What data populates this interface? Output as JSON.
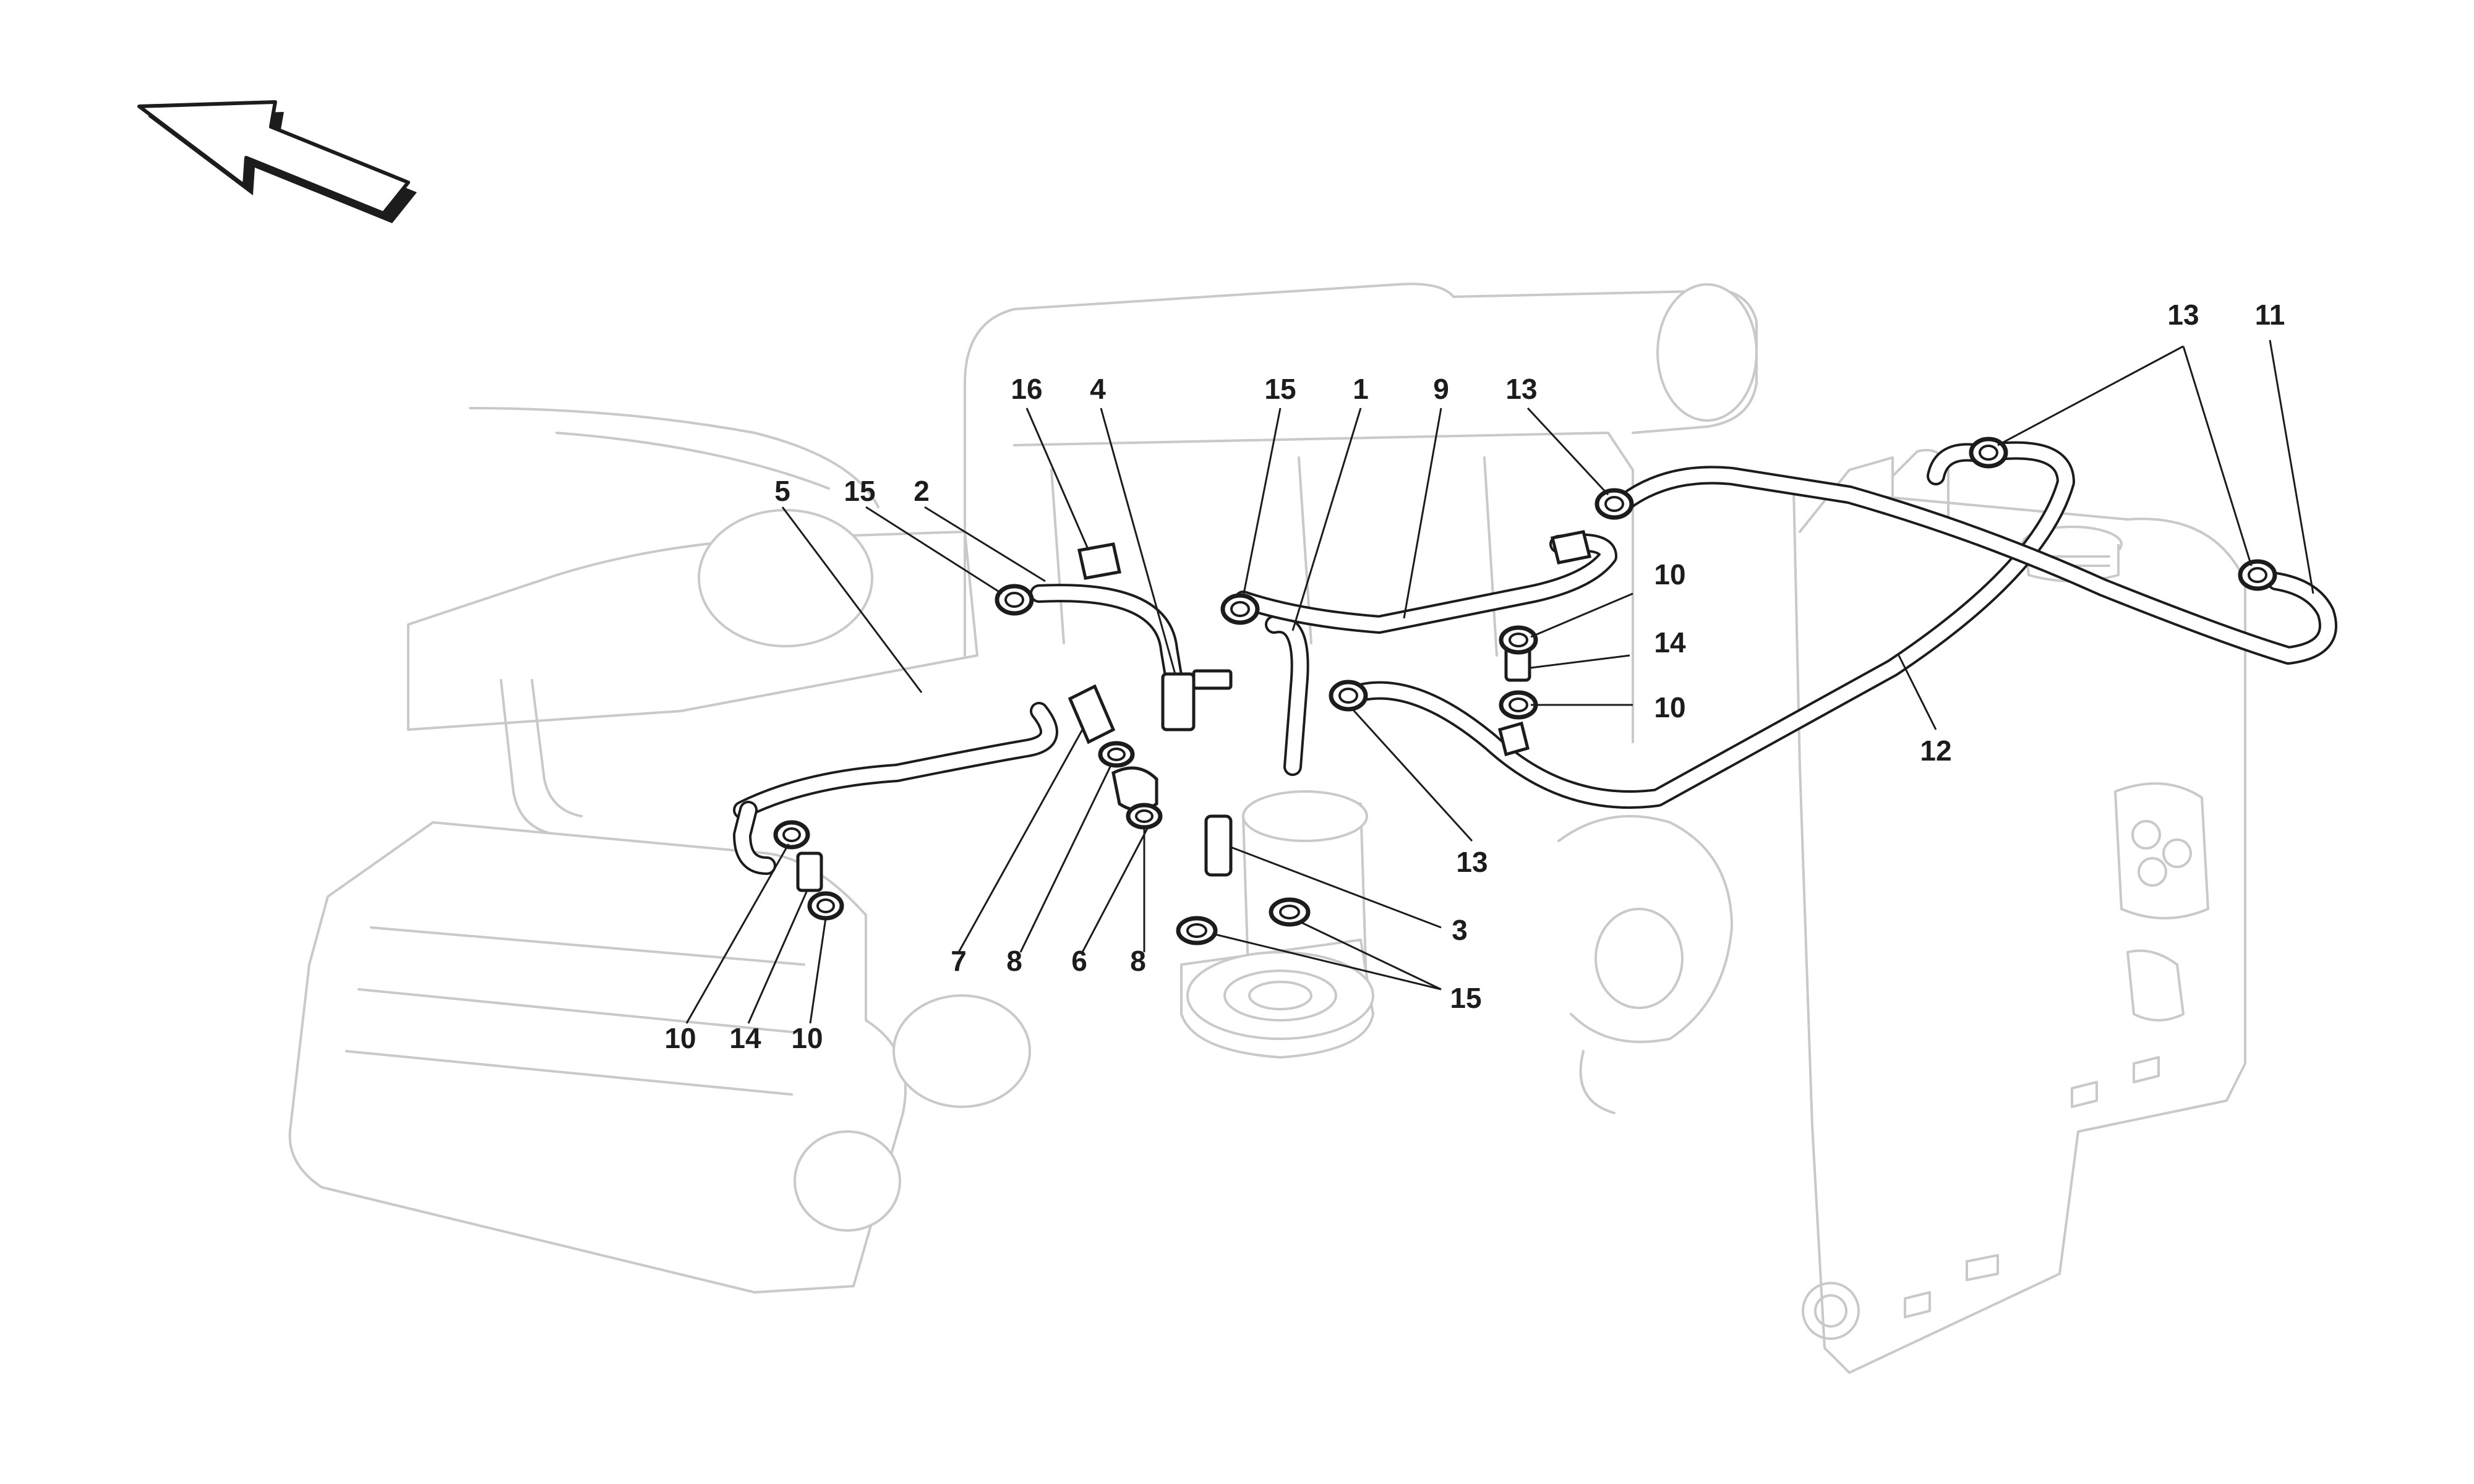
{
  "callouts": [
    {
      "id": "c16",
      "text": "16"
    },
    {
      "id": "c4",
      "text": "4"
    },
    {
      "id": "c15a",
      "text": "15"
    },
    {
      "id": "c1",
      "text": "1"
    },
    {
      "id": "c9",
      "text": "9"
    },
    {
      "id": "c13a",
      "text": "13"
    },
    {
      "id": "c13b",
      "text": "13"
    },
    {
      "id": "c11",
      "text": "11"
    },
    {
      "id": "c5",
      "text": "5"
    },
    {
      "id": "c15b",
      "text": "15"
    },
    {
      "id": "c2",
      "text": "2"
    },
    {
      "id": "c10a",
      "text": "10"
    },
    {
      "id": "c14a",
      "text": "14"
    },
    {
      "id": "c10b",
      "text": "10"
    },
    {
      "id": "c12",
      "text": "12"
    },
    {
      "id": "c13c",
      "text": "13"
    },
    {
      "id": "c3",
      "text": "3"
    },
    {
      "id": "c15c",
      "text": "15"
    },
    {
      "id": "c7",
      "text": "7"
    },
    {
      "id": "c8a",
      "text": "8"
    },
    {
      "id": "c6",
      "text": "6"
    },
    {
      "id": "c8b",
      "text": "8"
    },
    {
      "id": "c10c",
      "text": "10"
    },
    {
      "id": "c14b",
      "text": "14"
    },
    {
      "id": "c10d",
      "text": "10"
    }
  ],
  "icons": {
    "direction_arrow": "front-direction-arrow-icon"
  }
}
